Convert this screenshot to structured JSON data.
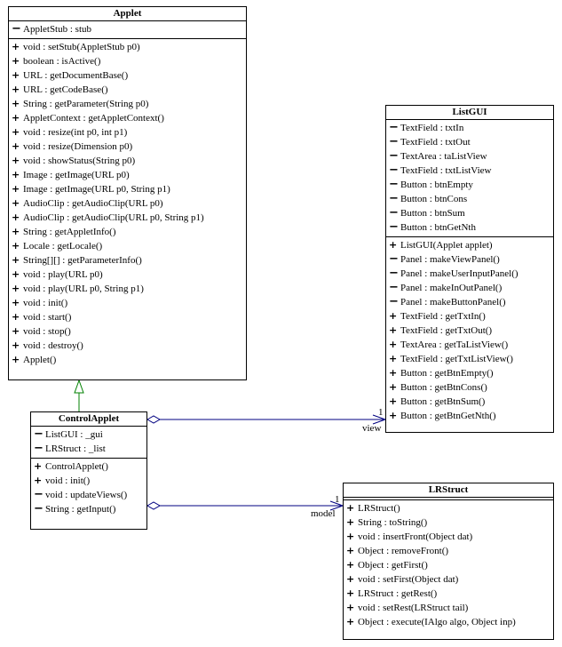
{
  "classes": {
    "applet": {
      "name": "Applet",
      "attributes": [
        {
          "vis": "−",
          "text": "AppletStub : stub"
        }
      ],
      "operations": [
        {
          "vis": "+",
          "text": "void : setStub(AppletStub p0)"
        },
        {
          "vis": "+",
          "text": "boolean : isActive()"
        },
        {
          "vis": "+",
          "text": "URL : getDocumentBase()"
        },
        {
          "vis": "+",
          "text": "URL : getCodeBase()"
        },
        {
          "vis": "+",
          "text": "String : getParameter(String p0)"
        },
        {
          "vis": "+",
          "text": "AppletContext : getAppletContext()"
        },
        {
          "vis": "+",
          "text": "void : resize(int p0, int p1)"
        },
        {
          "vis": "+",
          "text": "void : resize(Dimension p0)"
        },
        {
          "vis": "+",
          "text": "void : showStatus(String p0)"
        },
        {
          "vis": "+",
          "text": "Image : getImage(URL p0)"
        },
        {
          "vis": "+",
          "text": "Image : getImage(URL p0, String p1)"
        },
        {
          "vis": "+",
          "text": "AudioClip : getAudioClip(URL p0)"
        },
        {
          "vis": "+",
          "text": "AudioClip : getAudioClip(URL p0, String p1)"
        },
        {
          "vis": "+",
          "text": "String : getAppletInfo()"
        },
        {
          "vis": "+",
          "text": "Locale : getLocale()"
        },
        {
          "vis": "+",
          "text": "String[][] : getParameterInfo()"
        },
        {
          "vis": "+",
          "text": "void : play(URL p0)"
        },
        {
          "vis": "+",
          "text": "void : play(URL p0, String p1)"
        },
        {
          "vis": "+",
          "text": "void : init()"
        },
        {
          "vis": "+",
          "text": "void : start()"
        },
        {
          "vis": "+",
          "text": "void : stop()"
        },
        {
          "vis": "+",
          "text": "void : destroy()"
        },
        {
          "vis": "+",
          "text": "Applet()"
        }
      ]
    },
    "listgui": {
      "name": "ListGUI",
      "attributes": [
        {
          "vis": "−",
          "text": "TextField : txtIn"
        },
        {
          "vis": "−",
          "text": "TextField : txtOut"
        },
        {
          "vis": "−",
          "text": "TextArea : taListView"
        },
        {
          "vis": "−",
          "text": "TextField : txtListView"
        },
        {
          "vis": "−",
          "text": "Button : btnEmpty"
        },
        {
          "vis": "−",
          "text": "Button : btnCons"
        },
        {
          "vis": "−",
          "text": "Button : btnSum"
        },
        {
          "vis": "−",
          "text": "Button : btnGetNth"
        }
      ],
      "operations": [
        {
          "vis": "+",
          "text": "ListGUI(Applet applet)"
        },
        {
          "vis": "−",
          "text": "Panel : makeViewPanel()"
        },
        {
          "vis": "−",
          "text": "Panel : makeUserInputPanel()"
        },
        {
          "vis": "−",
          "text": "Panel : makeInOutPanel()"
        },
        {
          "vis": "−",
          "text": "Panel : makeButtonPanel()"
        },
        {
          "vis": "+",
          "text": "TextField : getTxtIn()"
        },
        {
          "vis": "+",
          "text": "TextField : getTxtOut()"
        },
        {
          "vis": "+",
          "text": "TextArea : getTaListView()"
        },
        {
          "vis": "+",
          "text": "TextField : getTxtListView()"
        },
        {
          "vis": "+",
          "text": "Button : getBtnEmpty()"
        },
        {
          "vis": "+",
          "text": "Button : getBtnCons()"
        },
        {
          "vis": "+",
          "text": "Button : getBtnSum()"
        },
        {
          "vis": "+",
          "text": "Button : getBtnGetNth()"
        }
      ]
    },
    "controlapplet": {
      "name": "ControlApplet",
      "attributes": [
        {
          "vis": "−",
          "text": "ListGUI : _gui"
        },
        {
          "vis": "−",
          "text": "LRStruct : _list"
        }
      ],
      "operations": [
        {
          "vis": "+",
          "text": "ControlApplet()"
        },
        {
          "vis": "+",
          "text": "void : init()"
        },
        {
          "vis": "−",
          "text": "void : updateViews()"
        },
        {
          "vis": "−",
          "text": "String : getInput()"
        }
      ]
    },
    "lrstruct": {
      "name": "LRStruct",
      "attributes": [],
      "operations": [
        {
          "vis": "+",
          "text": "LRStruct()"
        },
        {
          "vis": "+",
          "text": "String : toString()"
        },
        {
          "vis": "+",
          "text": "void : insertFront(Object dat)"
        },
        {
          "vis": "+",
          "text": "Object : removeFront()"
        },
        {
          "vis": "+",
          "text": "Object : getFirst()"
        },
        {
          "vis": "+",
          "text": "void : setFirst(Object dat)"
        },
        {
          "vis": "+",
          "text": "LRStruct : getRest()"
        },
        {
          "vis": "+",
          "text": "void : setRest(LRStruct tail)"
        },
        {
          "vis": "+",
          "text": "Object : execute(IAlgo algo, Object inp)"
        }
      ]
    }
  },
  "associations": {
    "view": {
      "multiplicity": "1",
      "role": "view"
    },
    "model": {
      "multiplicity": "1",
      "role": "model"
    }
  },
  "colors": {
    "association": "#000080",
    "generalization": "#008000"
  }
}
